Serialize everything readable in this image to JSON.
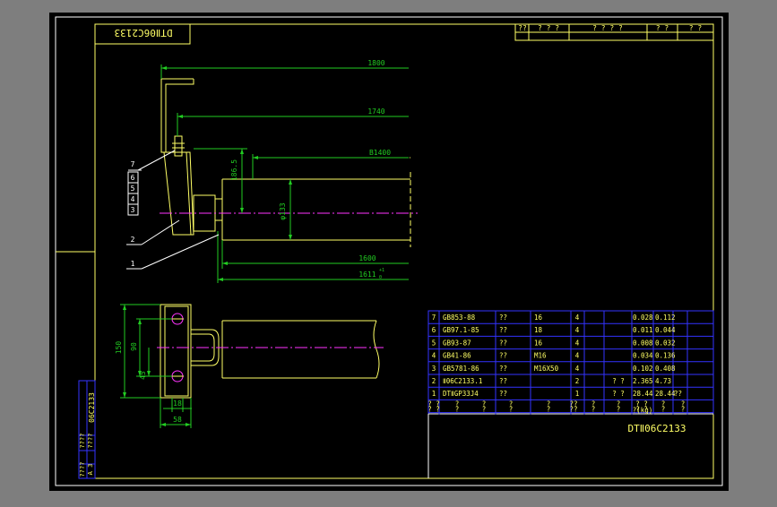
{
  "colors": {
    "background": "#7e7e7e",
    "sheet": "#000000",
    "border": "#ffffff",
    "frame": "#ffff66",
    "drawing": "#ffff66",
    "dimension": "#22cc22",
    "table": "#3333ff",
    "table_text": "#ffff66",
    "centerline": "#ff33ff",
    "leader": "#ffffff"
  },
  "title_block": {
    "drawing_number": "DTⅡ06C2133",
    "rotated_code": "DTⅡ06C2133",
    "header_cells": [
      "??",
      "? ? ?",
      "? ? ? ?",
      "? ?",
      "? ?"
    ]
  },
  "side_stamp": {
    "code": "06C2133",
    "cells": [
      "????",
      "????",
      "????",
      "A 3"
    ]
  },
  "dimensions": {
    "d1800": "1800",
    "d1740": "1740",
    "dB1400": "B1400",
    "d186_5": "186.5",
    "d133": "φ133",
    "d1600": "1600",
    "d1611": "1611",
    "d1611_tol": "+1",
    "d1611_tol2": "0",
    "d150": "150",
    "d90": "90",
    "d45": "45",
    "d18": "18",
    "d58": "58"
  },
  "balloons": [
    "7",
    "6",
    "5",
    "4",
    "3",
    "2",
    "1"
  ],
  "parts_list": {
    "rows": [
      {
        "no": "7",
        "code": "GB853-88",
        "name": "??",
        "spec": "16",
        "qty": "4",
        "w1": "0.028",
        "w2": "0.112",
        "note": ""
      },
      {
        "no": "6",
        "code": "GB97.1-85",
        "name": "??",
        "spec": "18",
        "qty": "4",
        "w1": "0.011",
        "w2": "0.044",
        "note": ""
      },
      {
        "no": "5",
        "code": "GB93-87",
        "name": "??",
        "spec": "16",
        "qty": "4",
        "w1": "0.008",
        "w2": "0.032",
        "note": ""
      },
      {
        "no": "4",
        "code": "GB41-86",
        "name": "??",
        "spec": "M16",
        "qty": "4",
        "w1": "0.034",
        "w2": "0.136",
        "note": ""
      },
      {
        "no": "3",
        "code": "GB5781-86",
        "name": "??",
        "spec": "M16X50",
        "qty": "4",
        "w1": "0.102",
        "w2": "0.408",
        "note": ""
      },
      {
        "no": "2",
        "code": "Ⅱ06C2133.1",
        "name": "??",
        "spec": "",
        "qty": "2",
        "mat": "? ?",
        "w1": "2.365",
        "w2": "4.73",
        "note": ""
      },
      {
        "no": "1",
        "code": "DTⅡGP33J4",
        "name": "??",
        "spec": "",
        "qty": "1",
        "mat": "? ?",
        "w1": "28.44",
        "w2": "28.44",
        "note": "??"
      }
    ],
    "header": [
      "? ?",
      "?",
      "?",
      "?",
      "?",
      "??",
      "?",
      "?",
      "? ?",
      "?",
      "?"
    ],
    "header_sub": "?(kg)",
    "title": "DTⅡ06C2133"
  }
}
